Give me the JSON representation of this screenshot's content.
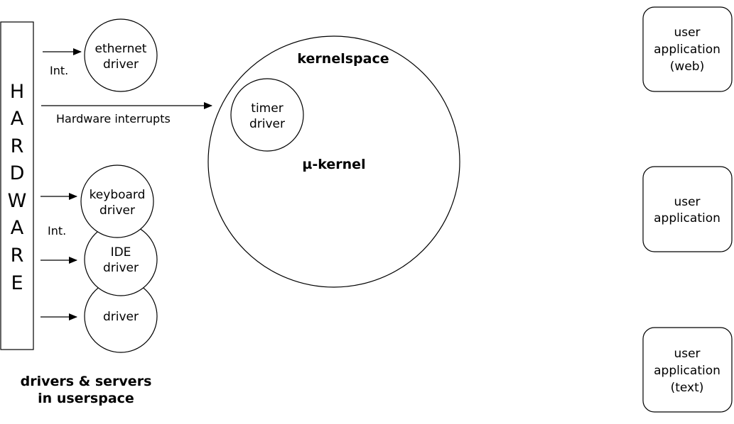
{
  "hardware": {
    "letters": [
      "H",
      "A",
      "R",
      "D",
      "W",
      "A",
      "R",
      "E"
    ]
  },
  "labels": {
    "int_top": "Int.",
    "hw_interrupts": "Hardware interrupts",
    "int_bottom": "Int.",
    "kernelspace": "kernelspace",
    "microkernel": "µ-kernel",
    "userspace_line1": "drivers & servers",
    "userspace_line2": "in userspace"
  },
  "drivers": {
    "ethernet": [
      "ethernet",
      "driver"
    ],
    "keyboard": [
      "keyboard",
      "driver"
    ],
    "ide": [
      "IDE",
      "driver"
    ],
    "generic": [
      "driver"
    ],
    "timer": [
      "timer",
      "driver"
    ]
  },
  "apps": {
    "web": [
      "user",
      "application",
      "(web)"
    ],
    "plain": [
      "user",
      "application"
    ],
    "text": [
      "user",
      "application",
      "(text)"
    ]
  },
  "colors": {
    "stroke": "#000000",
    "background": "#ffffff"
  }
}
